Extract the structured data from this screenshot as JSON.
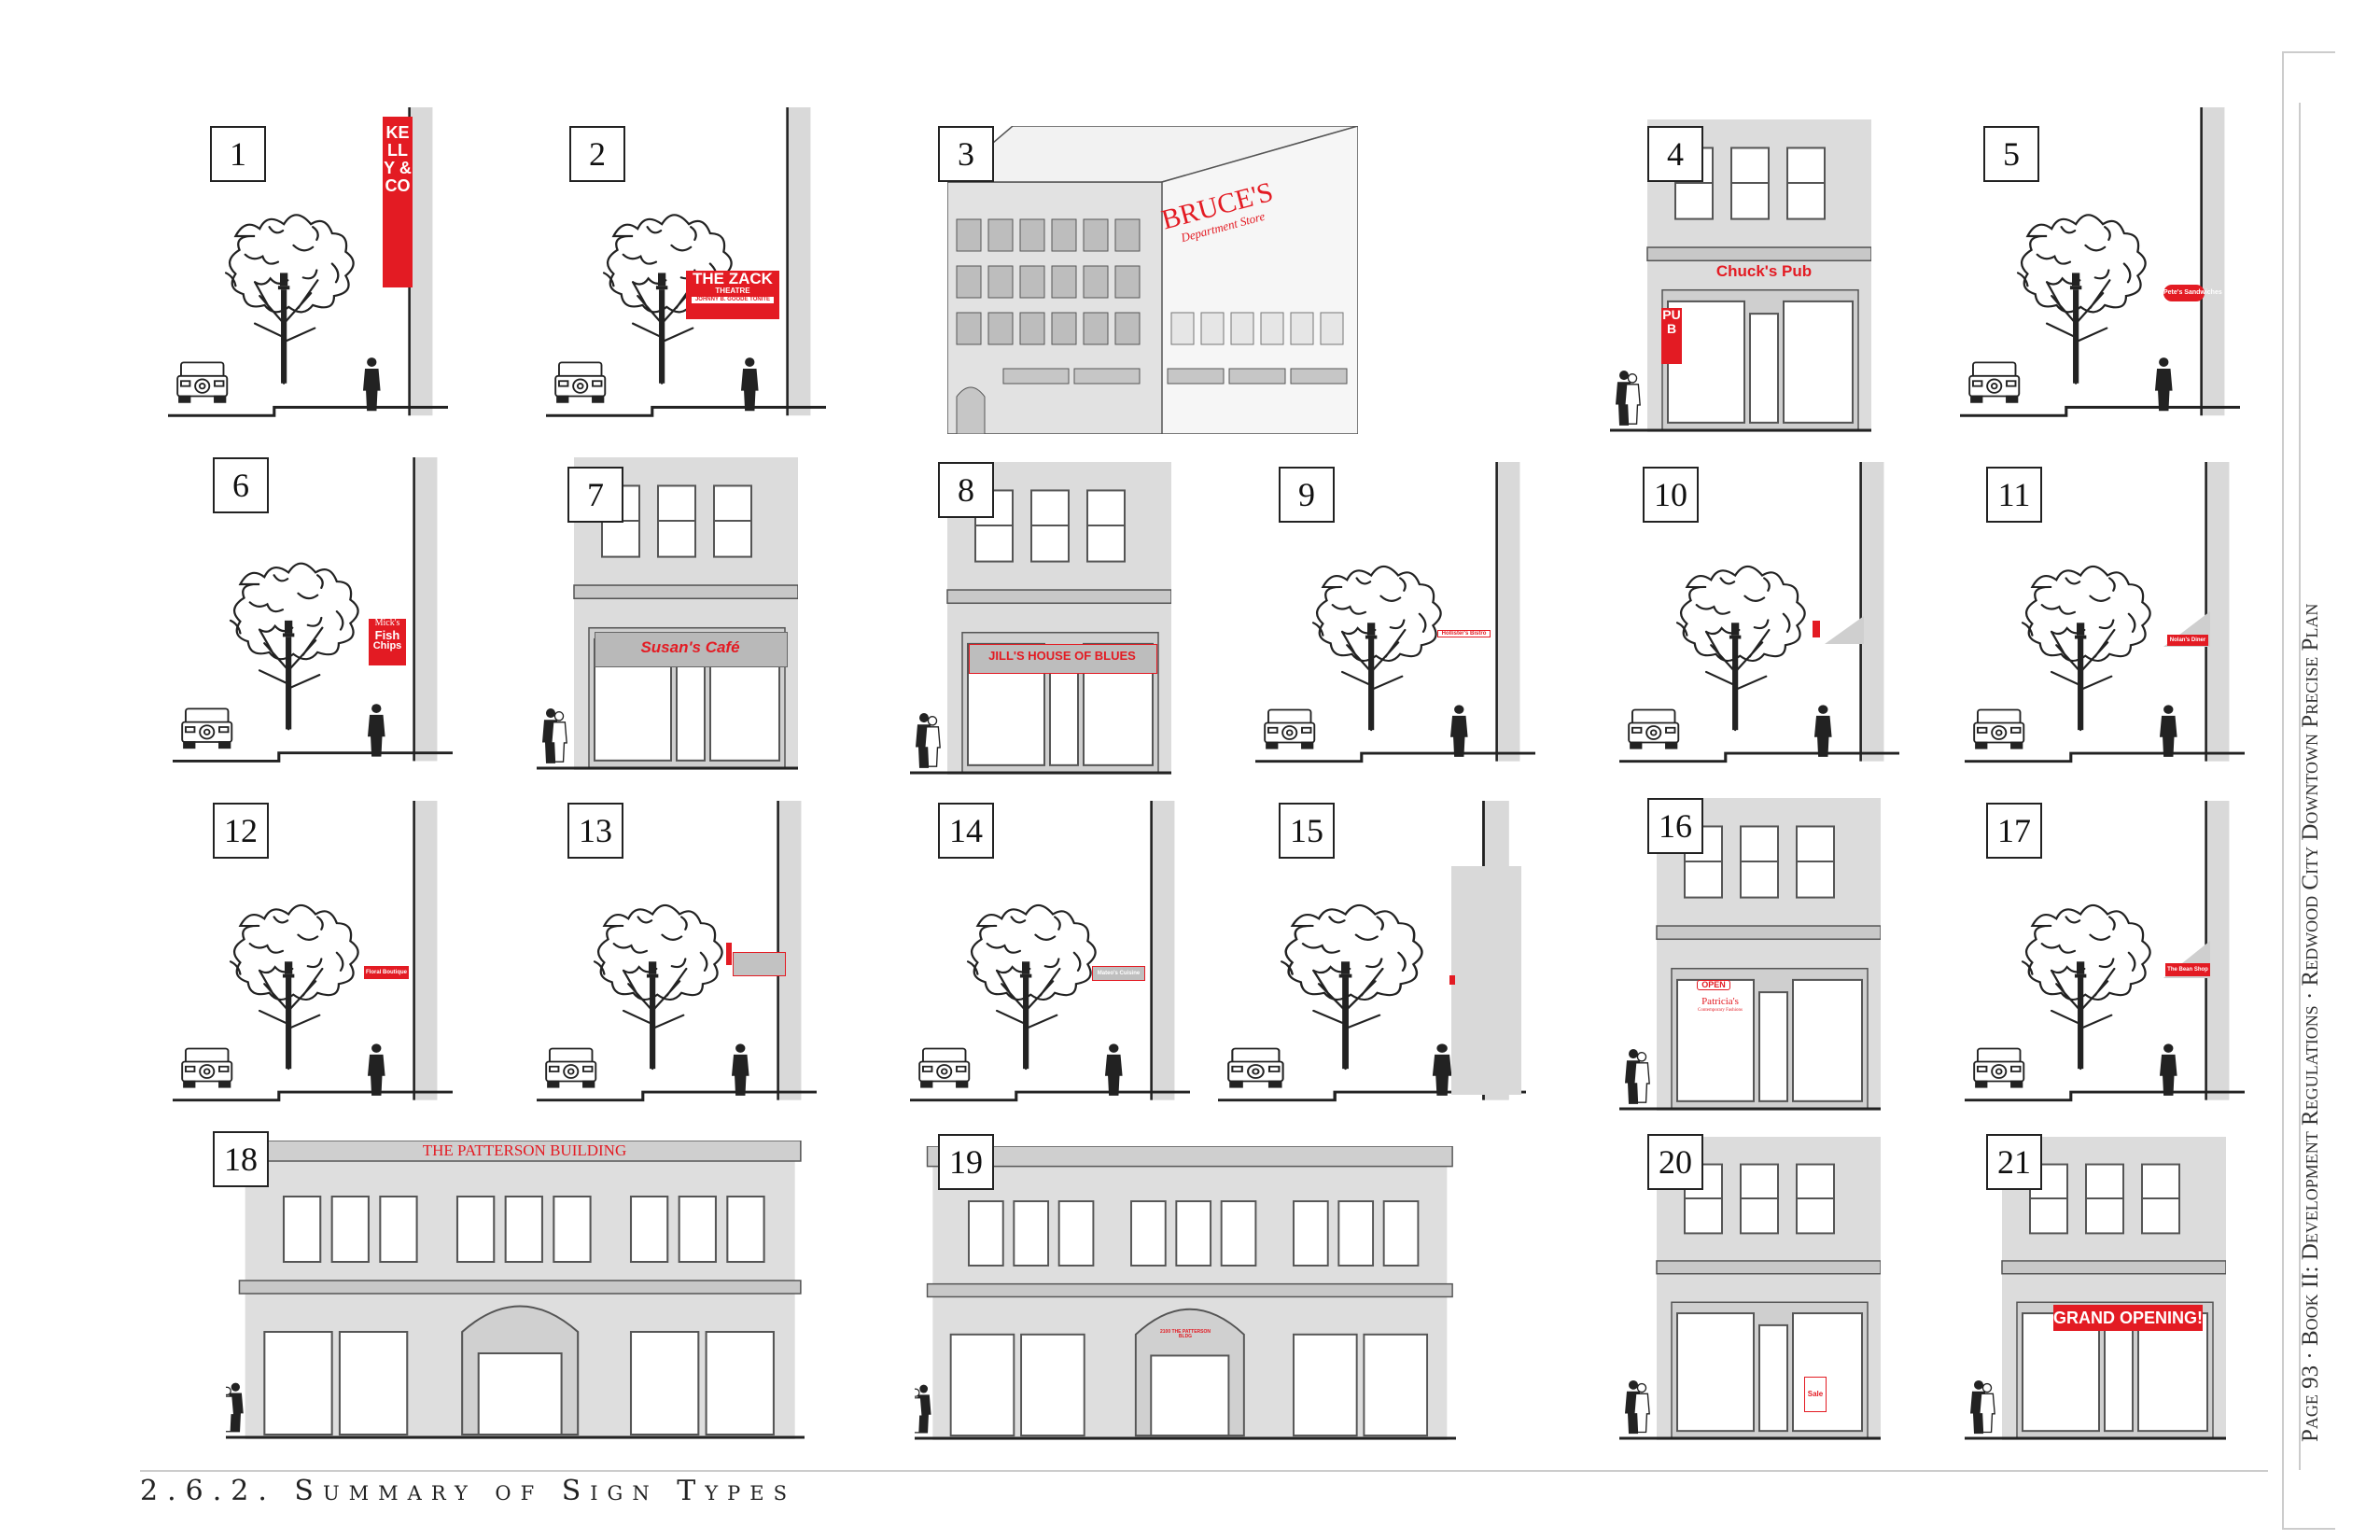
{
  "page_title": "2.6.2. Summary of Sign Types",
  "side_caption": "Page 93 · Book II: Development Regulations · Redwood City Downtown Precise Plan",
  "accent_color": "#e31b23",
  "panels": [
    {
      "number": "1",
      "type": "street",
      "sign": "KELLY & CO"
    },
    {
      "number": "2",
      "type": "street",
      "sign": "THE ZACK",
      "sign2": "THEATRE",
      "sign3": "JOHNNY B. GOODE TONITE"
    },
    {
      "number": "3",
      "type": "department",
      "sign": "BRUCE'S",
      "sign2": "Department Store"
    },
    {
      "number": "4",
      "type": "storefront",
      "sign": "Chuck's Pub",
      "sign2": "PUB"
    },
    {
      "number": "5",
      "type": "street",
      "sign": "Pete's Sandwiches"
    },
    {
      "number": "6",
      "type": "street",
      "sign": "Mick's",
      "sign2": "Fish",
      "sign3": "Chips"
    },
    {
      "number": "7",
      "type": "storefront",
      "sign": "Susan's Café"
    },
    {
      "number": "8",
      "type": "storefront",
      "sign": "JILL'S HOUSE OF BLUES"
    },
    {
      "number": "9",
      "type": "street",
      "sign": "Hollister's Bistro"
    },
    {
      "number": "10",
      "type": "street",
      "sign": ""
    },
    {
      "number": "11",
      "type": "street",
      "sign": "Nolan's Diner"
    },
    {
      "number": "12",
      "type": "street",
      "sign": "Floral Boutique"
    },
    {
      "number": "13",
      "type": "street",
      "sign": ""
    },
    {
      "number": "14",
      "type": "street",
      "sign": "Mateo's Cuisine"
    },
    {
      "number": "15",
      "type": "street",
      "sign": ""
    },
    {
      "number": "16",
      "type": "storefront",
      "sign": "OPEN",
      "sign2": "Patricia's",
      "sign3": "Contemporary Fashions"
    },
    {
      "number": "17",
      "type": "street",
      "sign": "The Bean Shop"
    },
    {
      "number": "18",
      "type": "wide",
      "sign": "THE PATTERSON BUILDING"
    },
    {
      "number": "19",
      "type": "wide",
      "sign": "2100 THE PATTERSON BLDG"
    },
    {
      "number": "20",
      "type": "storefront",
      "sign": "Sale"
    },
    {
      "number": "21",
      "type": "storefront",
      "sign": "GRAND OPENING!"
    }
  ]
}
